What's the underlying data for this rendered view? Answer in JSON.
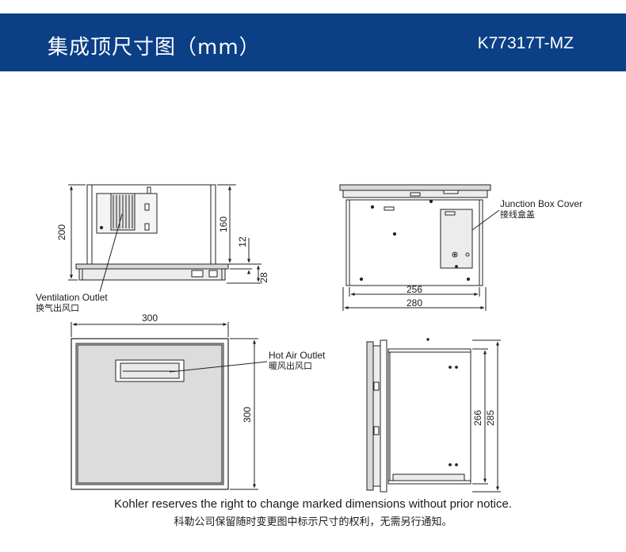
{
  "header": {
    "title": "集成顶尺寸图（mm）",
    "model": "K77317T-MZ"
  },
  "callouts": {
    "ventilation_outlet_en": "Ventilation Outlet",
    "ventilation_outlet_zh": "换气出风口",
    "junction_box_en": "Junction Box Cover",
    "junction_box_zh": "接线盒盖",
    "hot_air_outlet_en": "Hot Air Outlet",
    "hot_air_outlet_zh": "暖风出风口"
  },
  "dimensions": {
    "front_height_total": "200",
    "front_height_body": "160",
    "front_gap": "12",
    "front_flange": "28",
    "side_inner_width": "256",
    "side_outer_width": "280",
    "bottom_width": "300",
    "bottom_height": "300",
    "profile_inner": "266",
    "profile_outer": "285"
  },
  "footer": {
    "notice_en": "Kohler reserves the right to change marked dimensions without prior notice.",
    "notice_zh": "科勒公司保留随时变更图中标示尺寸的权利，无需另行通知。"
  },
  "colors": {
    "header_bg": "#0b3f86",
    "panel_fill": "#d9d9d9",
    "body_fill": "#ececec",
    "line": "#222222"
  }
}
